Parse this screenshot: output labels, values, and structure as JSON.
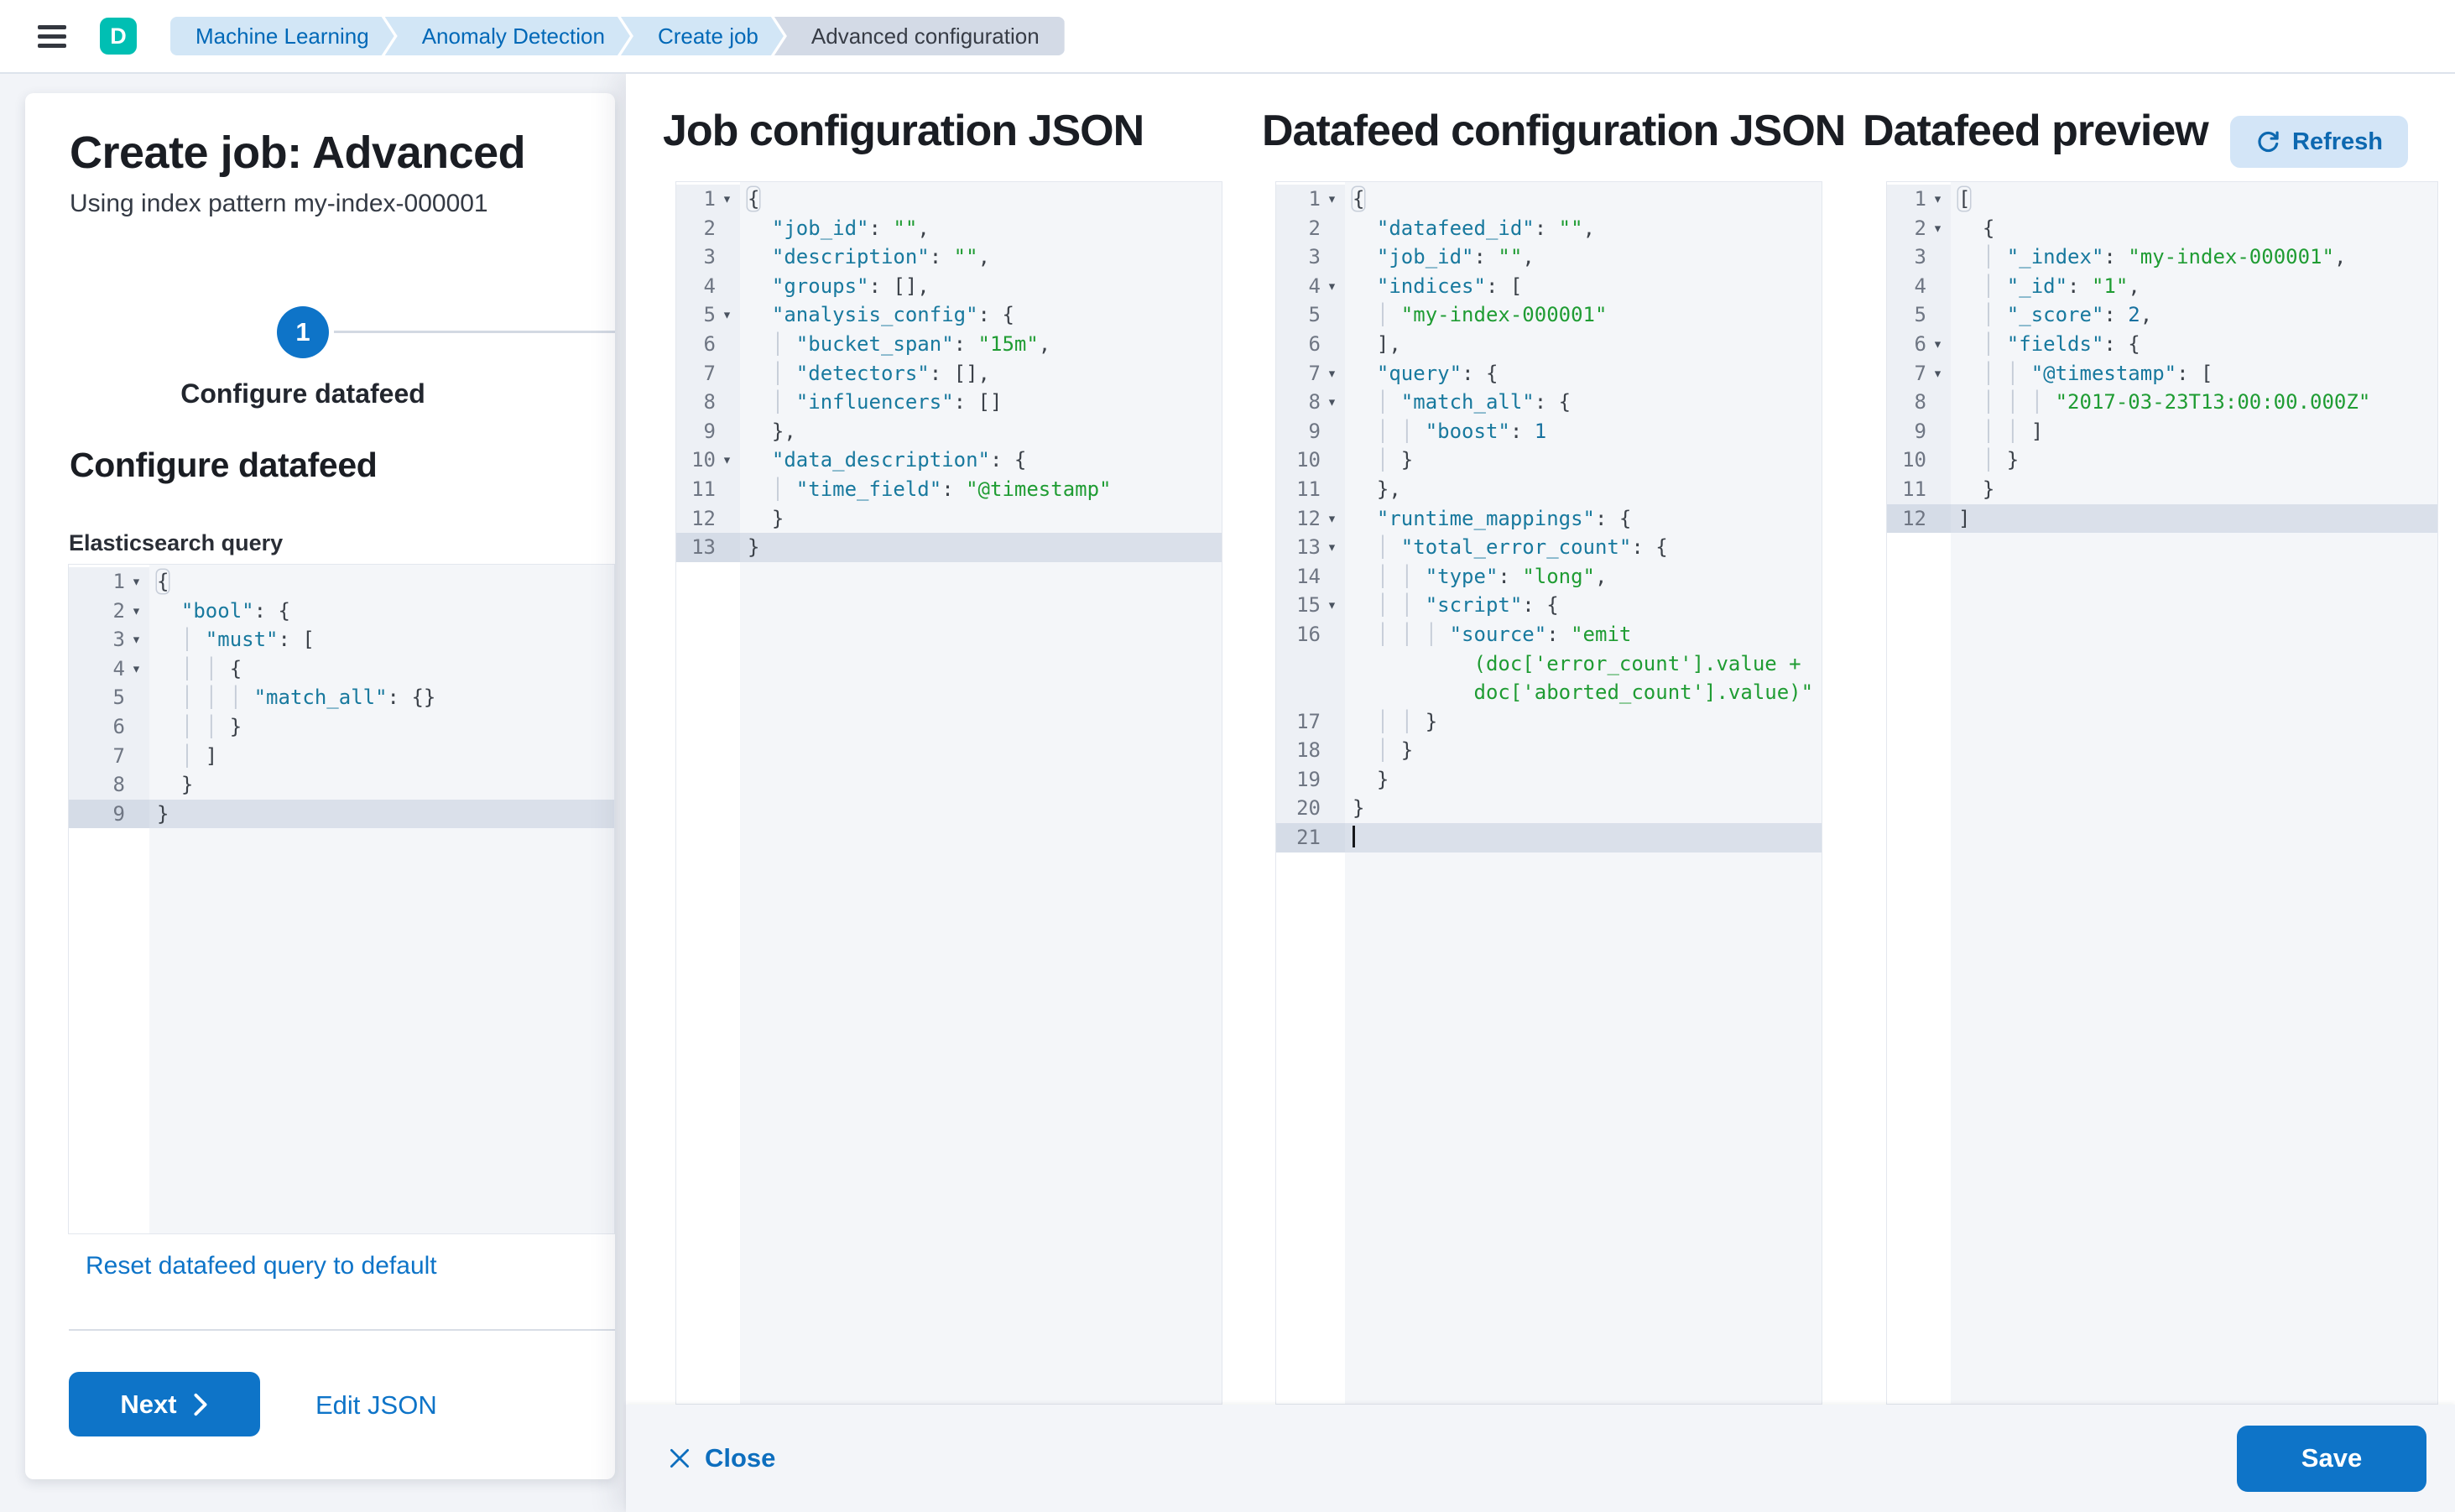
{
  "topbar": {
    "avatar": "D",
    "breadcrumbs": [
      {
        "label": "Machine Learning"
      },
      {
        "label": "Anomaly Detection"
      },
      {
        "label": "Create job"
      },
      {
        "label": "Advanced configuration"
      }
    ]
  },
  "card": {
    "title": "Create job: Advanced",
    "subtitle": "Using index pattern my-index-000001",
    "step": {
      "number": "1",
      "label": "Configure datafeed"
    },
    "section_heading": "Configure datafeed",
    "query_label": "Elasticsearch query",
    "reset_link": "Reset datafeed query to default",
    "next_label": "Next",
    "edit_json_label": "Edit JSON"
  },
  "flyout": {
    "panels": {
      "job": {
        "title": "Job configuration JSON"
      },
      "datafeed": {
        "title": "Datafeed configuration JSON"
      },
      "preview": {
        "title": "Datafeed preview",
        "refresh_label": "Refresh"
      }
    },
    "footer": {
      "close_label": "Close",
      "save_label": "Save"
    }
  },
  "colors": {
    "primary_blue": "#0e74c8",
    "accent_teal": "#00bfb3",
    "breadcrumb_blue_bg": "#d2e6f6",
    "breadcrumb_gray_bg": "#d3dae6",
    "code_key": "#18799e",
    "code_string": "#1f9c33",
    "editor_bg": "#f4f6f9",
    "active_line": "#dae0ea"
  },
  "editors": {
    "es_query": {
      "rows": [
        {
          "n": "1",
          "f": 1,
          "s": [
            [
              "p fb",
              "{"
            ]
          ]
        },
        {
          "n": "2",
          "f": 1,
          "s": [
            [
              "g",
              "  "
            ],
            [
              "k",
              "\"bool\""
            ],
            [
              "p",
              ": {"
            ]
          ]
        },
        {
          "n": "3",
          "f": 1,
          "s": [
            [
              "g",
              "  │ "
            ],
            [
              "k",
              "\"must\""
            ],
            [
              "p",
              ": ["
            ]
          ]
        },
        {
          "n": "4",
          "f": 1,
          "s": [
            [
              "g",
              "  │ │ "
            ],
            [
              "p",
              "{"
            ]
          ]
        },
        {
          "n": "5",
          "s": [
            [
              "g",
              "  │ │ │ "
            ],
            [
              "k",
              "\"match_all\""
            ],
            [
              "p",
              ": {}"
            ]
          ]
        },
        {
          "n": "6",
          "s": [
            [
              "g",
              "  │ │ "
            ],
            [
              "p",
              "}"
            ]
          ]
        },
        {
          "n": "7",
          "s": [
            [
              "g",
              "  │ "
            ],
            [
              "p",
              "]"
            ]
          ]
        },
        {
          "n": "8",
          "s": [
            [
              "g",
              "  "
            ],
            [
              "p",
              "}"
            ]
          ]
        },
        {
          "n": "9",
          "a": 1,
          "s": [
            [
              "p",
              "}"
            ]
          ]
        }
      ]
    },
    "job_config": {
      "rows": [
        {
          "n": "1",
          "f": 1,
          "s": [
            [
              "p fb",
              "{"
            ]
          ]
        },
        {
          "n": "2",
          "s": [
            [
              "g",
              "  "
            ],
            [
              "k",
              "\"job_id\""
            ],
            [
              "p",
              ": "
            ],
            [
              "s",
              "\"\""
            ],
            [
              "p",
              ","
            ]
          ]
        },
        {
          "n": "3",
          "s": [
            [
              "g",
              "  "
            ],
            [
              "k",
              "\"description\""
            ],
            [
              "p",
              ": "
            ],
            [
              "s",
              "\"\""
            ],
            [
              "p",
              ","
            ]
          ]
        },
        {
          "n": "4",
          "s": [
            [
              "g",
              "  "
            ],
            [
              "k",
              "\"groups\""
            ],
            [
              "p",
              ": [],"
            ]
          ]
        },
        {
          "n": "5",
          "f": 1,
          "s": [
            [
              "g",
              "  "
            ],
            [
              "k",
              "\"analysis_config\""
            ],
            [
              "p",
              ": {"
            ]
          ]
        },
        {
          "n": "6",
          "s": [
            [
              "g",
              "  │ "
            ],
            [
              "k",
              "\"bucket_span\""
            ],
            [
              "p",
              ": "
            ],
            [
              "s",
              "\"15m\""
            ],
            [
              "p",
              ","
            ]
          ]
        },
        {
          "n": "7",
          "s": [
            [
              "g",
              "  │ "
            ],
            [
              "k",
              "\"detectors\""
            ],
            [
              "p",
              ": [],"
            ]
          ]
        },
        {
          "n": "8",
          "s": [
            [
              "g",
              "  │ "
            ],
            [
              "k",
              "\"influencers\""
            ],
            [
              "p",
              ": []"
            ]
          ]
        },
        {
          "n": "9",
          "s": [
            [
              "g",
              "  "
            ],
            [
              "p",
              "},"
            ]
          ]
        },
        {
          "n": "10",
          "f": 1,
          "s": [
            [
              "g",
              "  "
            ],
            [
              "k",
              "\"data_description\""
            ],
            [
              "p",
              ": {"
            ]
          ]
        },
        {
          "n": "11",
          "s": [
            [
              "g",
              "  │ "
            ],
            [
              "k",
              "\"time_field\""
            ],
            [
              "p",
              ": "
            ],
            [
              "s",
              "\"@timestamp\""
            ]
          ]
        },
        {
          "n": "12",
          "s": [
            [
              "g",
              "  "
            ],
            [
              "p",
              "}"
            ]
          ]
        },
        {
          "n": "13",
          "a": 1,
          "s": [
            [
              "p",
              "}"
            ]
          ]
        }
      ]
    },
    "datafeed_config": {
      "rows": [
        {
          "n": "1",
          "f": 1,
          "s": [
            [
              "p fb",
              "{"
            ]
          ]
        },
        {
          "n": "2",
          "s": [
            [
              "g",
              "  "
            ],
            [
              "k",
              "\"datafeed_id\""
            ],
            [
              "p",
              ": "
            ],
            [
              "s",
              "\"\""
            ],
            [
              "p",
              ","
            ]
          ]
        },
        {
          "n": "3",
          "s": [
            [
              "g",
              "  "
            ],
            [
              "k",
              "\"job_id\""
            ],
            [
              "p",
              ": "
            ],
            [
              "s",
              "\"\""
            ],
            [
              "p",
              ","
            ]
          ]
        },
        {
          "n": "4",
          "f": 1,
          "s": [
            [
              "g",
              "  "
            ],
            [
              "k",
              "\"indices\""
            ],
            [
              "p",
              ": ["
            ]
          ]
        },
        {
          "n": "5",
          "s": [
            [
              "g",
              "  │ "
            ],
            [
              "s",
              "\"my-index-000001\""
            ]
          ]
        },
        {
          "n": "6",
          "s": [
            [
              "g",
              "  "
            ],
            [
              "p",
              "],"
            ]
          ]
        },
        {
          "n": "7",
          "f": 1,
          "s": [
            [
              "g",
              "  "
            ],
            [
              "k",
              "\"query\""
            ],
            [
              "p",
              ": {"
            ]
          ]
        },
        {
          "n": "8",
          "f": 1,
          "s": [
            [
              "g",
              "  │ "
            ],
            [
              "k",
              "\"match_all\""
            ],
            [
              "p",
              ": {"
            ]
          ]
        },
        {
          "n": "9",
          "s": [
            [
              "g",
              "  │ │ "
            ],
            [
              "k",
              "\"boost\""
            ],
            [
              "p",
              ": "
            ],
            [
              "n",
              "1"
            ]
          ]
        },
        {
          "n": "10",
          "s": [
            [
              "g",
              "  │ "
            ],
            [
              "p",
              "}"
            ]
          ]
        },
        {
          "n": "11",
          "s": [
            [
              "g",
              "  "
            ],
            [
              "p",
              "},"
            ]
          ]
        },
        {
          "n": "12",
          "f": 1,
          "s": [
            [
              "g",
              "  "
            ],
            [
              "k",
              "\"runtime_mappings\""
            ],
            [
              "p",
              ": {"
            ]
          ]
        },
        {
          "n": "13",
          "f": 1,
          "s": [
            [
              "g",
              "  │ "
            ],
            [
              "k",
              "\"total_error_count\""
            ],
            [
              "p",
              ": {"
            ]
          ]
        },
        {
          "n": "14",
          "s": [
            [
              "g",
              "  │ │ "
            ],
            [
              "k",
              "\"type\""
            ],
            [
              "p",
              ": "
            ],
            [
              "s",
              "\"long\""
            ],
            [
              "p",
              ","
            ]
          ]
        },
        {
          "n": "15",
          "f": 1,
          "s": [
            [
              "g",
              "  │ │ "
            ],
            [
              "k",
              "\"script\""
            ],
            [
              "p",
              ": {"
            ]
          ]
        },
        {
          "n": "16",
          "s": [
            [
              "g",
              "  │ │ │ "
            ],
            [
              "k",
              "\"source\""
            ],
            [
              "p",
              ": "
            ],
            [
              "s",
              "\"emit"
            ]
          ]
        },
        {
          "n": "",
          "s": [
            [
              "g",
              "          "
            ],
            [
              "s",
              "(doc['error_count'].value +"
            ]
          ]
        },
        {
          "n": "",
          "s": [
            [
              "g",
              "          "
            ],
            [
              "s",
              "doc['aborted_count'].value)\""
            ]
          ]
        },
        {
          "n": "17",
          "s": [
            [
              "g",
              "  │ │ "
            ],
            [
              "p",
              "}"
            ]
          ]
        },
        {
          "n": "18",
          "s": [
            [
              "g",
              "  │ "
            ],
            [
              "p",
              "}"
            ]
          ]
        },
        {
          "n": "19",
          "s": [
            [
              "g",
              "  "
            ],
            [
              "p",
              "}"
            ]
          ]
        },
        {
          "n": "20",
          "s": [
            [
              "p",
              "}"
            ]
          ]
        },
        {
          "n": "21",
          "a": 1,
          "c": 1,
          "s": []
        }
      ]
    },
    "datafeed_preview": {
      "rows": [
        {
          "n": "1",
          "f": 1,
          "s": [
            [
              "p fb",
              "["
            ]
          ]
        },
        {
          "n": "2",
          "f": 1,
          "s": [
            [
              "g",
              "  "
            ],
            [
              "p",
              "{"
            ]
          ]
        },
        {
          "n": "3",
          "s": [
            [
              "g",
              "  │ "
            ],
            [
              "k",
              "\"_index\""
            ],
            [
              "p",
              ": "
            ],
            [
              "s",
              "\"my-index-000001\""
            ],
            [
              "p",
              ","
            ]
          ]
        },
        {
          "n": "4",
          "s": [
            [
              "g",
              "  │ "
            ],
            [
              "k",
              "\"_id\""
            ],
            [
              "p",
              ": "
            ],
            [
              "s",
              "\"1\""
            ],
            [
              "p",
              ","
            ]
          ]
        },
        {
          "n": "5",
          "s": [
            [
              "g",
              "  │ "
            ],
            [
              "k",
              "\"_score\""
            ],
            [
              "p",
              ": "
            ],
            [
              "n",
              "2"
            ],
            [
              "p",
              ","
            ]
          ]
        },
        {
          "n": "6",
          "f": 1,
          "s": [
            [
              "g",
              "  │ "
            ],
            [
              "k",
              "\"fields\""
            ],
            [
              "p",
              ": {"
            ]
          ]
        },
        {
          "n": "7",
          "f": 1,
          "s": [
            [
              "g",
              "  │ │ "
            ],
            [
              "k",
              "\"@timestamp\""
            ],
            [
              "p",
              ": ["
            ]
          ]
        },
        {
          "n": "8",
          "s": [
            [
              "g",
              "  │ │ │ "
            ],
            [
              "s",
              "\"2017-03-23T13:00:00.000Z\""
            ]
          ]
        },
        {
          "n": "9",
          "s": [
            [
              "g",
              "  │ │ "
            ],
            [
              "p",
              "]"
            ]
          ]
        },
        {
          "n": "10",
          "s": [
            [
              "g",
              "  │ "
            ],
            [
              "p",
              "}"
            ]
          ]
        },
        {
          "n": "11",
          "s": [
            [
              "g",
              "  "
            ],
            [
              "p",
              "}"
            ]
          ]
        },
        {
          "n": "12",
          "a": 1,
          "s": [
            [
              "p",
              "]"
            ]
          ]
        }
      ]
    }
  }
}
